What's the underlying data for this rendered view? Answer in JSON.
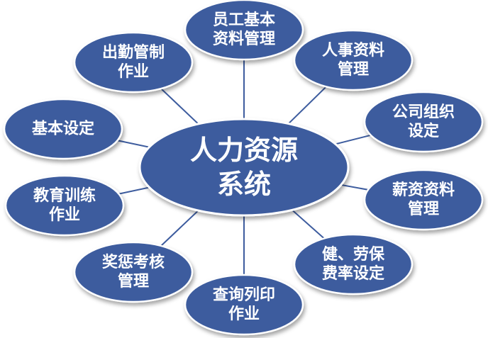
{
  "center": {
    "lines": [
      "人力资源",
      "系统"
    ]
  },
  "nodes": [
    {
      "id": "employee-data",
      "lines": [
        "员工基本",
        "资料管理"
      ]
    },
    {
      "id": "personnel-data",
      "lines": [
        "人事资料",
        "管理"
      ]
    },
    {
      "id": "org-settings",
      "lines": [
        "公司组织",
        "设定"
      ]
    },
    {
      "id": "salary-data",
      "lines": [
        "薪资资料",
        "管理"
      ]
    },
    {
      "id": "insurance-rate",
      "lines": [
        "健、劳保",
        "费率设定"
      ]
    },
    {
      "id": "query-print",
      "lines": [
        "查询列印",
        "作业"
      ]
    },
    {
      "id": "reward-assessment",
      "lines": [
        "奖惩考核",
        "管理"
      ]
    },
    {
      "id": "training",
      "lines": [
        "教育训练",
        "作业"
      ]
    },
    {
      "id": "basic-settings",
      "lines": [
        "基本设定"
      ]
    },
    {
      "id": "attendance",
      "lines": [
        "出勤管制",
        "作业"
      ]
    }
  ],
  "colors": {
    "node_fill": "#3d5c9e",
    "node_stroke": "#ffffff",
    "connector": "#3d5c9e",
    "text": "#ffffff"
  }
}
